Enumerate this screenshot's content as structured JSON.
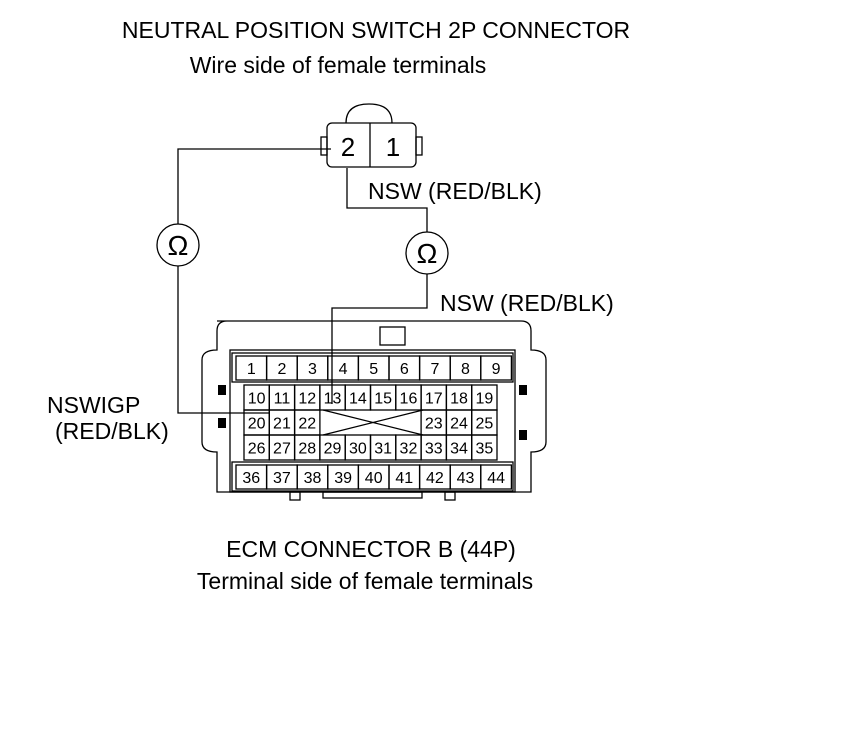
{
  "switch_connector": {
    "title": "NEUTRAL POSITION SWITCH 2P CONNECTOR",
    "subtitle": "Wire side of female terminals",
    "pins": [
      "2",
      "1"
    ]
  },
  "ohmmeter_symbol": "Ω",
  "wire_labels": {
    "nsw_switch": "NSW (RED/BLK)",
    "nsw_ecm": "NSW (RED/BLK)",
    "nswigp_name": "NSWIGP",
    "nswigp_color": "(RED/BLK)"
  },
  "ecm_connector": {
    "title": "ECM CONNECTOR B (44P)",
    "subtitle": "Terminal side of female terminals",
    "row1": [
      "1",
      "2",
      "3",
      "4",
      "5",
      "6",
      "7",
      "8",
      "9"
    ],
    "row2": [
      "10",
      "11",
      "12",
      "13",
      "14",
      "15",
      "16",
      "17",
      "18",
      "19"
    ],
    "row3_left": [
      "20",
      "21",
      "22"
    ],
    "row3_right": [
      "23",
      "24",
      "25"
    ],
    "row4": [
      "26",
      "27",
      "28",
      "29",
      "30",
      "31",
      "32",
      "33",
      "34",
      "35"
    ],
    "row5": [
      "36",
      "37",
      "38",
      "39",
      "40",
      "41",
      "42",
      "43",
      "44"
    ]
  }
}
